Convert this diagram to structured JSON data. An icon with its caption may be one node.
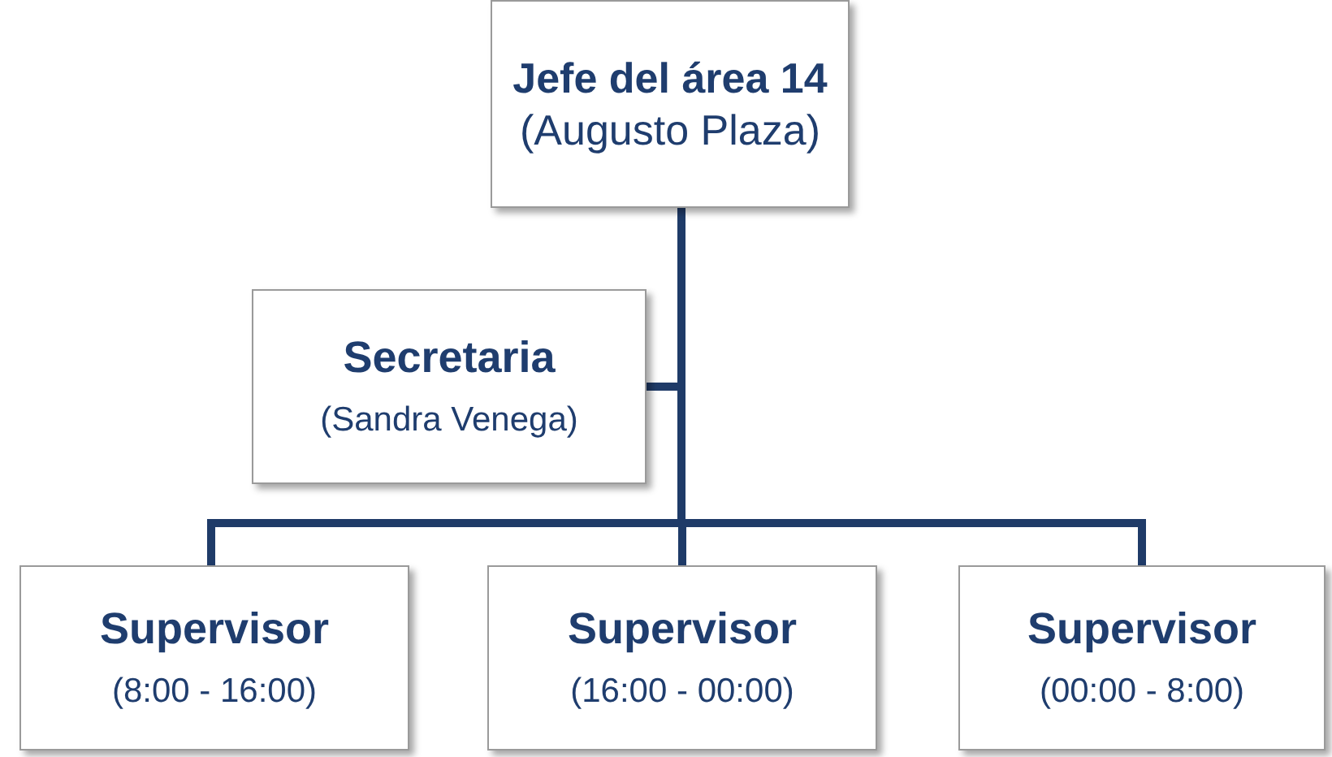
{
  "diagram": {
    "nodes": [
      {
        "text": [
          "**Jefe del área 14** (Augusto Plaza)"
        ]
      },
      {
        "text": [
          "Secretaria",
          "(Sandra Venega)"
        ]
      },
      {
        "text": [
          "Supervisor",
          "(8:00 - 16:00)"
        ]
      },
      {
        "text": [
          "Supervisor",
          "(16:00 - 00:00)"
        ]
      },
      {
        "text": [
          "Supervisor",
          "(00:00 - 8:00)"
        ]
      }
    ],
    "edges": [
      {
        "from": 0,
        "to": 1,
        "arrow": "none"
      },
      {
        "from": 0,
        "to": 2,
        "arrow": "none"
      },
      {
        "from": 0,
        "to": 3,
        "arrow": "none"
      },
      {
        "from": 0,
        "to": 4,
        "arrow": "none"
      }
    ]
  }
}
